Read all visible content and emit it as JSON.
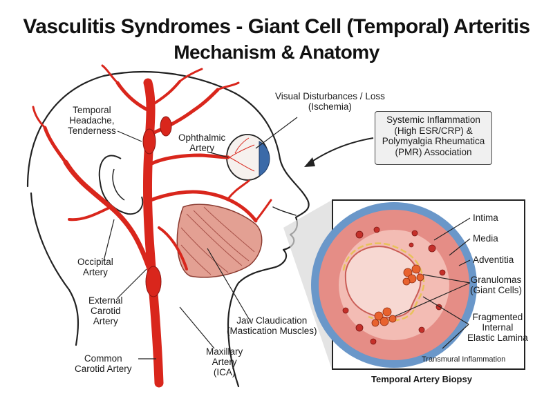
{
  "title": {
    "line1": "Vasculitis Syndromes - Giant Cell (Temporal) Arteritis",
    "line2": "Mechanism & Anatomy"
  },
  "labels": {
    "temporal_headache": [
      "Temporal",
      "Headache,",
      "Tenderness"
    ],
    "ophthalmic_artery": [
      "Ophthalmic",
      "Artery"
    ],
    "visual_disturbances": [
      "Visual Disturbances / Loss",
      "(Ischemia)"
    ],
    "systemic_inflammation": [
      "Systemic Inflammation",
      "(High ESR/CRP) &",
      "Polymyalgia Rheumatica",
      "(PMR) Association"
    ],
    "occipital_artery": [
      "Occipital",
      "Artery"
    ],
    "external_carotid_artery": [
      "External",
      "Carotid",
      "Artery"
    ],
    "jaw_claudication": [
      "Jaw Claudication",
      "(Mastication Muscles)"
    ],
    "common_carotid_artery": [
      "Common",
      "Carotid Artery"
    ],
    "maxillary_artery": [
      "Maxillary",
      "Artery",
      "(ICA)"
    ]
  },
  "biopsy": {
    "intima": "Intima",
    "media": "Media",
    "adventitia": "Adventitia",
    "granulomas": [
      "Granulomas",
      "(Giant Cells)"
    ],
    "elastic_lamina": [
      "Fragmented",
      "Internal",
      "Elastic Lamina"
    ],
    "transmural": "Transmural Inflammation",
    "caption": "Temporal Artery Biopsy"
  },
  "colors": {
    "artery_red": "#d9261c",
    "artery_dark": "#8a1410",
    "muscle": "#d98a7e",
    "adventitia_blue": "#6a97c9",
    "media_pink": "#e58d86",
    "intima_pink": "#f3bcb4",
    "lumen": "#f7d8d2",
    "elastic_yellow": "#e8c25a",
    "granuloma_orange": "#e8622e"
  }
}
